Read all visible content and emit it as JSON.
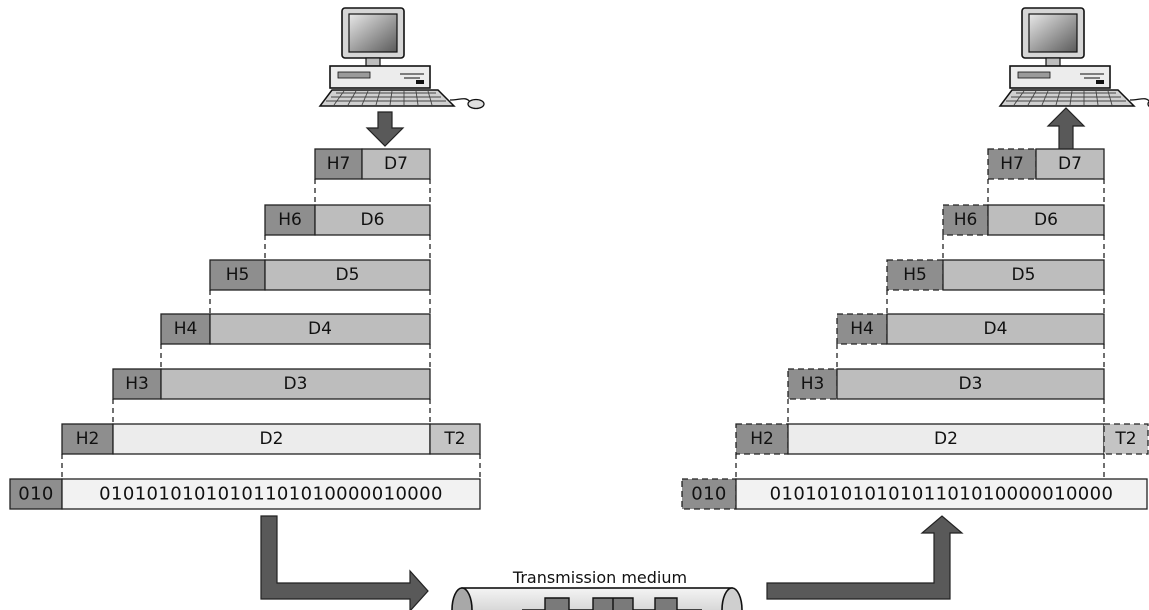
{
  "colors": {
    "header": "#8e8e8e",
    "data_dark": "#bdbdbd",
    "data_light": "#ececec",
    "trailer": "#c4c4c4",
    "outline": "#222222",
    "arrow": "#595959"
  },
  "sender": {
    "layers": [
      {
        "header": "H7",
        "data": "D7"
      },
      {
        "header": "H6",
        "data": "D6"
      },
      {
        "header": "H5",
        "data": "D5"
      },
      {
        "header": "H4",
        "data": "D4"
      },
      {
        "header": "H3",
        "data": "D3"
      },
      {
        "header": "H2",
        "data": "D2",
        "trailer": "T2"
      }
    ],
    "bits_prefix": "010",
    "bits": "01010101010101101010000010000"
  },
  "receiver": {
    "layers": [
      {
        "header": "H7",
        "data": "D7"
      },
      {
        "header": "H6",
        "data": "D6"
      },
      {
        "header": "H5",
        "data": "D5"
      },
      {
        "header": "H4",
        "data": "D4"
      },
      {
        "header": "H3",
        "data": "D3"
      },
      {
        "header": "H2",
        "data": "D2",
        "trailer": "T2"
      }
    ],
    "bits_prefix": "010",
    "bits": "01010101010101101010000010000"
  },
  "medium": {
    "label": "Transmission medium",
    "icon": "cable-with-signal-icon"
  },
  "icons": {
    "sender_computer": "desktop-computer-icon",
    "receiver_computer": "desktop-computer-icon"
  }
}
